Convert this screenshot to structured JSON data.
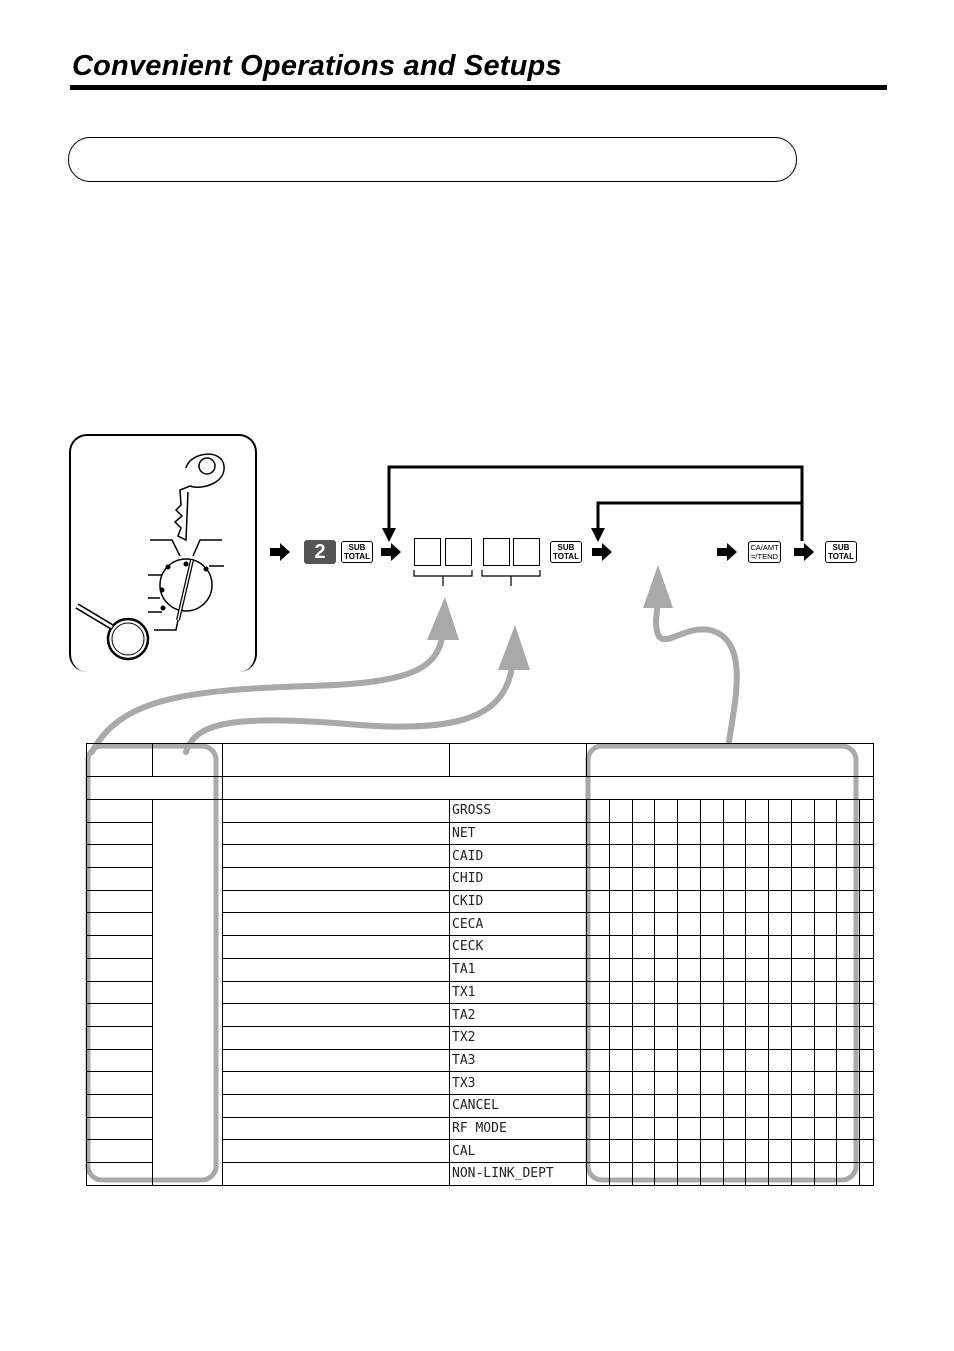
{
  "page": {
    "heading": "Convenient Operations and Setups"
  },
  "procedure": {
    "first_key": "2",
    "keys": {
      "subtotal_line1": "SUB",
      "subtotal_line2": "TOTAL",
      "cash_line1": "CA/AMT",
      "cash_line2": "=/TEND"
    }
  },
  "table": {
    "rows": [
      {
        "name": "GROSS"
      },
      {
        "name": "NET"
      },
      {
        "name": "CAID"
      },
      {
        "name": "CHID"
      },
      {
        "name": "CKID"
      },
      {
        "name": "CECA"
      },
      {
        "name": "CECK"
      },
      {
        "name": "TA1"
      },
      {
        "name": "TX1"
      },
      {
        "name": "TA2"
      },
      {
        "name": "TX2"
      },
      {
        "name": "TA3"
      },
      {
        "name": "TX3"
      },
      {
        "name": "CANCEL"
      },
      {
        "name": "RF MODE"
      },
      {
        "name": "CAL"
      },
      {
        "name": "NON-LINK_DEPT"
      }
    ]
  },
  "colors": {
    "callout_gray": "#a9a9a9",
    "key_gray": "#555555"
  }
}
